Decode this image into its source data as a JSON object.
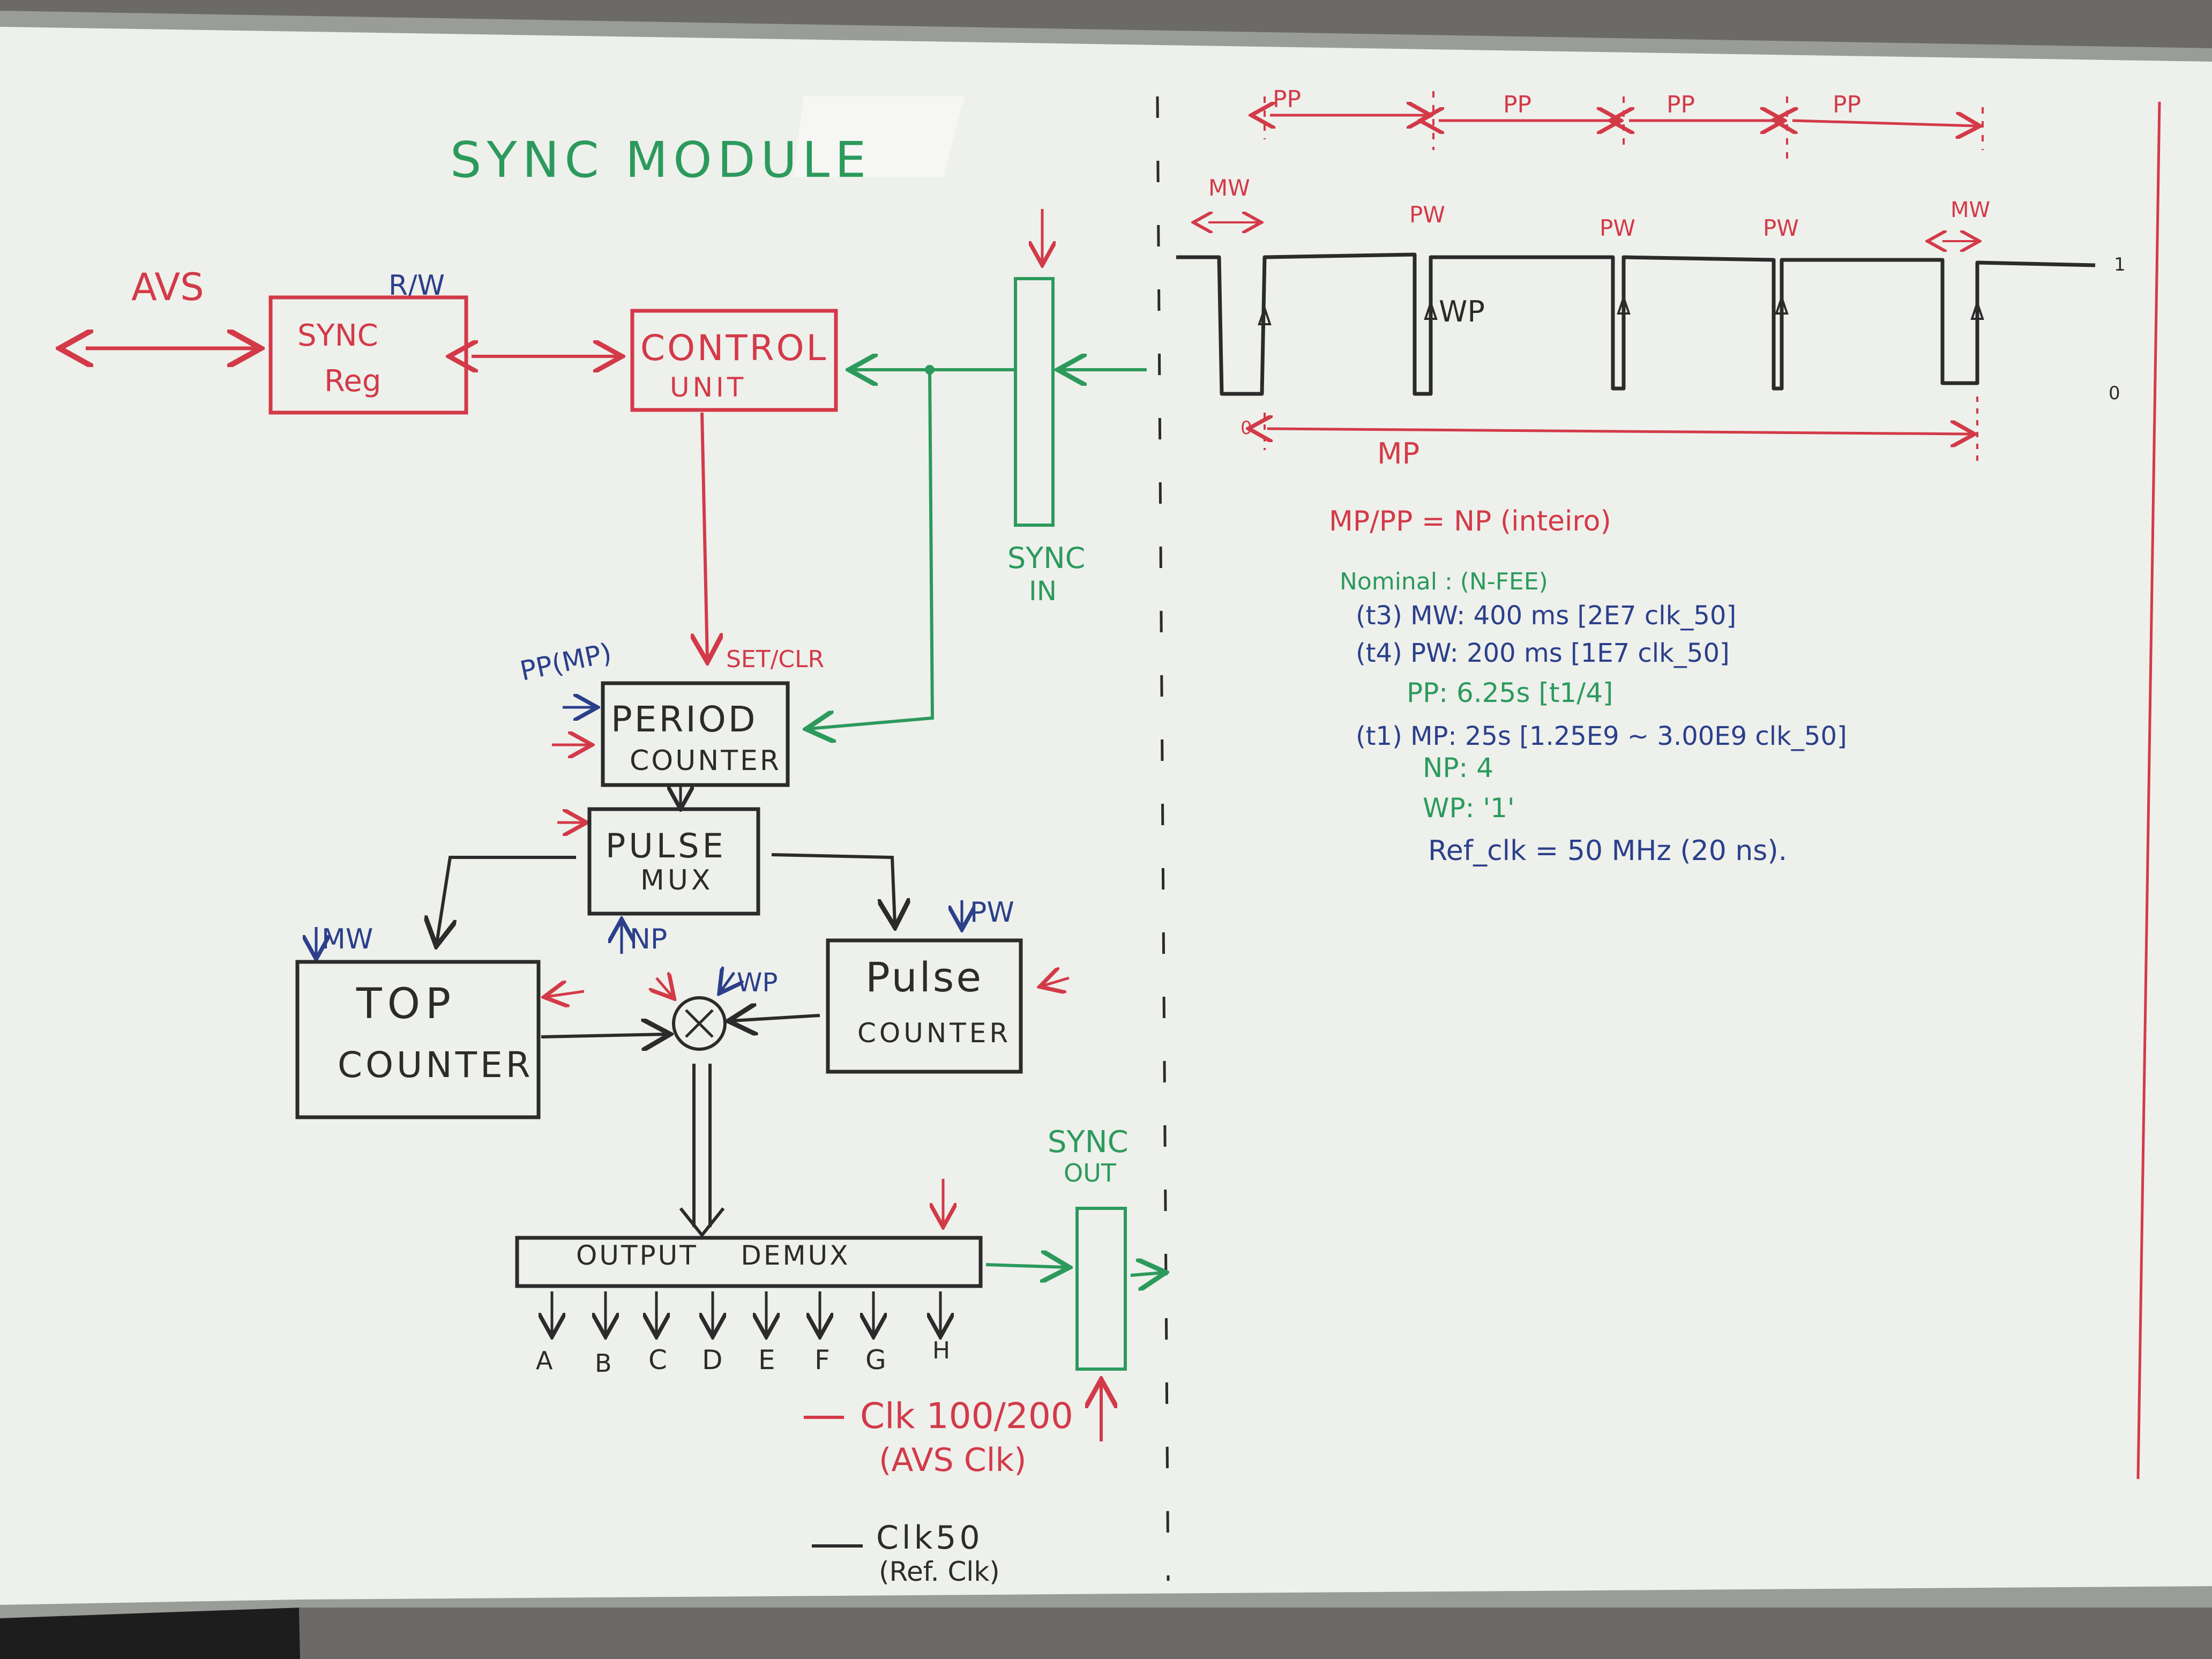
{
  "colors": {
    "wall": "#6b6a66",
    "board": "#eef0ec",
    "frame": "#9a9c98",
    "red": "#d33a48",
    "green": "#2c9a5c",
    "blue": "#2b3f8a",
    "black": "#2b2b2b",
    "box": "#b98a57"
  },
  "diagram": {
    "title": "SYNC MODULE",
    "avs": "AVS",
    "rw": "R/W",
    "sync_reg": [
      "SYNC",
      "Reg"
    ],
    "control_unit": [
      "CONTROL",
      "UNIT"
    ],
    "sync_in": [
      "SYNC",
      "IN"
    ],
    "set_clr": "SET/CLR",
    "pp_mp": "PP(MP)",
    "period_counter": [
      "PERIOD",
      "COUNTER"
    ],
    "pulse_mux": [
      "PULSE",
      "MUX"
    ],
    "mw_in": "MW",
    "np_in": "NP",
    "pw_in": "PW",
    "wp_in": "WP",
    "top_counter": [
      "TOP",
      "COUNTER"
    ],
    "pulse_counter": [
      "Pulse",
      "COUNTER"
    ],
    "sync_out": [
      "SYNC",
      "OUT"
    ],
    "output_demux": "OUTPUT    DEMUX",
    "outputs": [
      "A",
      "B",
      "C",
      "D",
      "E",
      "F",
      "G",
      "H"
    ],
    "clk100": "Clk 100/200",
    "avs_clk": "(AVS Clk)",
    "clk50": "Clk50",
    "ref_clk": "(Ref. Clk)"
  },
  "timing": {
    "pp_labels": [
      "PP",
      "PP",
      "PP",
      "PP"
    ],
    "mw_left": "MW",
    "mw_right": "MW",
    "pw_labels": [
      "PW",
      "PW",
      "PW"
    ],
    "wp": "WP",
    "level_high": "1",
    "level_low": "0",
    "origin": "0",
    "mp": "MP"
  },
  "notes": {
    "ratio": "MP/PP = NP (inteiro)",
    "nominal": "Nominal : (N-FEE)",
    "mw": "(t3) MW: 400 ms [2E7 clk_50]",
    "pw": "(t4) PW: 200 ms [1E7 clk_50]",
    "pp": "PP: 6.25s [t1/4]",
    "mp": "(t1) MP: 25s [1.25E9 ~ 3.00E9 clk_50]",
    "np": "NP: 4",
    "wp": "WP: '1'",
    "ref": "Ref_clk = 50 MHz (20 ns)."
  }
}
